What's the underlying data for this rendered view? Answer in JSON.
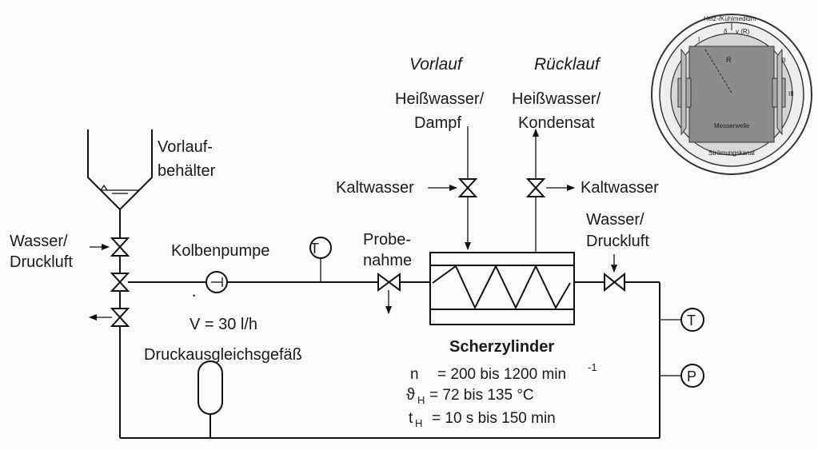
{
  "diagram": {
    "vorlaufbehaelter": [
      "Vorlauf-",
      "behälter"
    ],
    "wasser_druckluft_left": [
      "Wasser/",
      "Druckluft"
    ],
    "kolbenpumpe": "Kolbenpumpe",
    "flow_rate": "V = 30 l/h",
    "flow_rate_dot": "·",
    "probenahme": [
      "Probe-",
      "nahme"
    ],
    "druckausgleich": "Druckausgleichsgefäß",
    "vorlauf": "Vorlauf",
    "ruecklauf": "Rücklauf",
    "heisswasser_dampf": [
      "Heißwasser/",
      "Dampf"
    ],
    "heisswasser_kondensat": [
      "Heißwasser/",
      "Kondensat"
    ],
    "kaltwasser_in": "Kaltwasser",
    "kaltwasser_out": "Kaltwasser",
    "wasser_druckluft_right": [
      "Wasser/",
      "Druckluft"
    ],
    "scherzylinder": "Scherzylinder",
    "params": {
      "n_label": "n",
      "n_value": "= 200 bis 1200 min",
      "n_exp": "-1",
      "theta_label": "ϑ",
      "theta_sub": "H",
      "theta_value": "= 72 bis 135 °C",
      "t_label": "t",
      "t_sub": "H",
      "t_value": "= 10 s bis 150 min"
    },
    "sensor_T": "T",
    "sensor_P": "P",
    "inset": {
      "heiz_kuehl": "Heiz-/Kühlmedium",
      "delta": "δ",
      "v_r": "v (R)",
      "r": "R",
      "roman_1": "I",
      "roman_2": "II",
      "roman_3": "III",
      "messerwelle": "Messerwelle",
      "stroemungskanal": "Strömungskanal"
    }
  }
}
